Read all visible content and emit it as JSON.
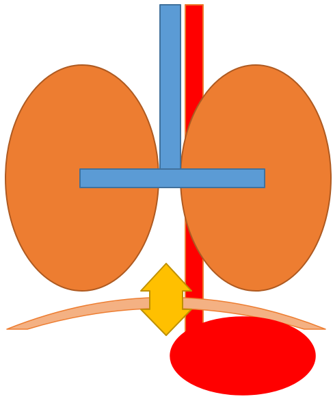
{
  "diagram": {
    "text": [],
    "shapes": [
      "vertical-red-bar",
      "left-orange-oval",
      "right-orange-oval",
      "vertical-blue-bar",
      "horizontal-blue-bar",
      "pink-arc-band",
      "yellow-double-arrow",
      "red-oval"
    ]
  },
  "colors": {
    "background": "#ffffff",
    "orange_fill": "#ed7d31",
    "orange_stroke": "#ae5a21",
    "blue_fill": "#5b9bd5",
    "blue_stroke": "#41719c",
    "red_fill": "#ff0000",
    "red_bar_stroke": "#ed7d31",
    "red_oval_stroke": "#ff0000",
    "pink_fill": "#f4b183",
    "pink_stroke": "#ed7d31",
    "yellow_fill": "#ffc000",
    "yellow_stroke": "#bf9000"
  }
}
